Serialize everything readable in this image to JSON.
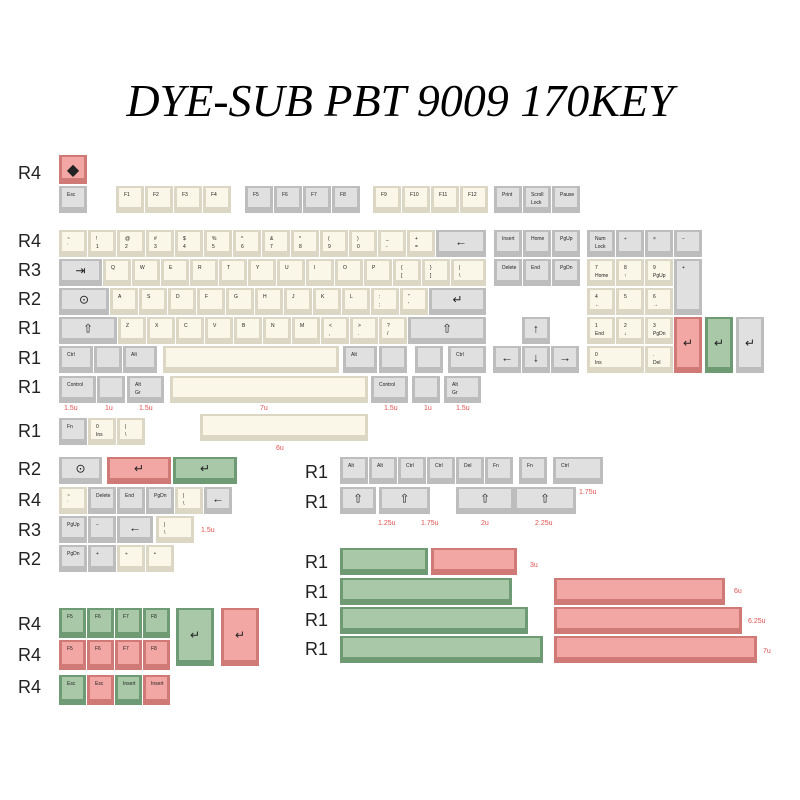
{
  "title": "DYE-SUB PBT 9009 170KEY",
  "colors": {
    "cream_top": "#faf7e8",
    "cream_side": "#dcd7c4",
    "gray_top": "#e0e0e0",
    "gray_side": "#bdbdbd",
    "pink_top": "#f2a7a4",
    "pink_side": "#d07a78",
    "green_top": "#a8c8a8",
    "green_side": "#6e9a74",
    "legend": "#222222",
    "size_label": "#e0514f"
  },
  "row_labels": [
    "R4",
    "R4",
    "R3",
    "R2",
    "R1",
    "R1",
    "R1",
    "R1",
    "R2",
    "R4",
    "R3",
    "R2",
    "R1",
    "R1",
    "R1",
    "R1",
    "R1",
    "R1",
    "R4",
    "R4",
    "R4"
  ],
  "size_labels": [
    "1.5u",
    "1u",
    "1.5u",
    "7u",
    "1.5u",
    "1u",
    "1.5u",
    "6u",
    "1.75u",
    "1.25u",
    "1.75u",
    "2u",
    "2.25u",
    "1.5u",
    "3u",
    "6u",
    "6.25u",
    "7u"
  ],
  "keys": {
    "esc": "Esc",
    "f_row": [
      "F1",
      "F2",
      "F3",
      "F4",
      "F5",
      "F6",
      "F7",
      "F8",
      "F9",
      "F10",
      "F11",
      "F12"
    ],
    "nav_top": [
      "Print",
      "Scroll Lock",
      "Pause"
    ],
    "num_row": [
      "~ `",
      "! 1",
      "@ 2",
      "# 3",
      "$ 4",
      "% 5",
      "^ 6",
      "& 7",
      "* 8",
      "( 9",
      ") 0",
      "_ -",
      "+ ="
    ],
    "qwerty": [
      "Q",
      "W",
      "E",
      "R",
      "T",
      "Y",
      "U",
      "I",
      "O",
      "P",
      "{ [",
      "} ]",
      "| \\"
    ],
    "asdf": [
      "A",
      "S",
      "D",
      "F",
      "G",
      "H",
      "J",
      "K",
      "L",
      ": ;",
      "\" '"
    ],
    "zxcv": [
      "Z",
      "X",
      "C",
      "V",
      "B",
      "N",
      "M",
      "< ,",
      "> .",
      "? /"
    ],
    "nav1": [
      "Insert",
      "Home",
      "PgUp"
    ],
    "nav2": [
      "Delete",
      "End",
      "PgDn"
    ],
    "numpad": [
      "Num Lock",
      "÷",
      "×",
      "−",
      "7 Home",
      "8 ↑",
      "9 PgUp",
      "+",
      "4 ←",
      "5",
      "6 →",
      "1 End",
      "2 ↓",
      "3 PgDn",
      "0 Ins",
      ". Del"
    ],
    "mods_a": [
      "Ctrl",
      "Alt",
      "Alt",
      "Ctrl"
    ],
    "mods_b": [
      "Control",
      "Alt Gr",
      "Control",
      "Alt Gr"
    ],
    "extra_small": [
      "Fn",
      "0 Ins",
      "| \\"
    ],
    "alt_mods": [
      "Alt",
      "Alt",
      "Ctrl",
      "Ctrl",
      "Del",
      "Fn",
      "Fn",
      "Ctrl"
    ],
    "extras_left": [
      "~ `",
      "Delete",
      "End",
      "PgDn",
      "| \\",
      "PgUp",
      "−",
      "| \\",
      "PgDn",
      "+",
      "÷",
      "•"
    ],
    "accent_f": [
      "F5",
      "F6",
      "F7",
      "F8",
      "F5",
      "F6",
      "F7",
      "F8"
    ],
    "accent_bottom": [
      "Esc",
      "Esc",
      "Insert",
      "Insert"
    ]
  }
}
